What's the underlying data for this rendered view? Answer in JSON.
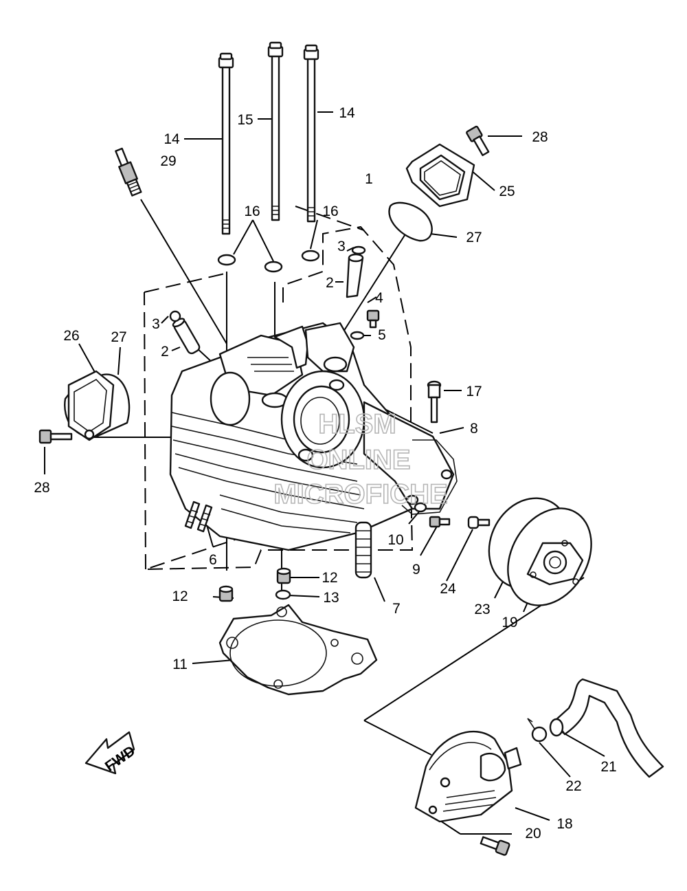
{
  "callouts": [
    {
      "id": "c1",
      "text": "1"
    },
    {
      "id": "c2a",
      "text": "2"
    },
    {
      "id": "c2b",
      "text": "2"
    },
    {
      "id": "c3a",
      "text": "3"
    },
    {
      "id": "c3b",
      "text": "3"
    },
    {
      "id": "c4",
      "text": "4"
    },
    {
      "id": "c5",
      "text": "5"
    },
    {
      "id": "c6",
      "text": "6"
    },
    {
      "id": "c7",
      "text": "7"
    },
    {
      "id": "c8",
      "text": "8"
    },
    {
      "id": "c9",
      "text": "9"
    },
    {
      "id": "c10",
      "text": "10"
    },
    {
      "id": "c11",
      "text": "11"
    },
    {
      "id": "c12a",
      "text": "12"
    },
    {
      "id": "c12b",
      "text": "12"
    },
    {
      "id": "c13",
      "text": "13"
    },
    {
      "id": "c14a",
      "text": "14"
    },
    {
      "id": "c14b",
      "text": "14"
    },
    {
      "id": "c15",
      "text": "15"
    },
    {
      "id": "c16a",
      "text": "16"
    },
    {
      "id": "c16b",
      "text": "16"
    },
    {
      "id": "c17",
      "text": "17"
    },
    {
      "id": "c18",
      "text": "18"
    },
    {
      "id": "c19",
      "text": "19"
    },
    {
      "id": "c20",
      "text": "20"
    },
    {
      "id": "c21",
      "text": "21"
    },
    {
      "id": "c22",
      "text": "22"
    },
    {
      "id": "c23",
      "text": "23"
    },
    {
      "id": "c24",
      "text": "24"
    },
    {
      "id": "c25",
      "text": "25"
    },
    {
      "id": "c26",
      "text": "26"
    },
    {
      "id": "c27a",
      "text": "27"
    },
    {
      "id": "c27b",
      "text": "27"
    },
    {
      "id": "c28a",
      "text": "28"
    },
    {
      "id": "c28b",
      "text": "28"
    },
    {
      "id": "c29",
      "text": "29"
    }
  ],
  "direction_arrow": {
    "text": "FWD"
  },
  "watermark": {
    "line1": "HLSM",
    "line2": "ONLINE",
    "line3": "MICROFICHE"
  }
}
